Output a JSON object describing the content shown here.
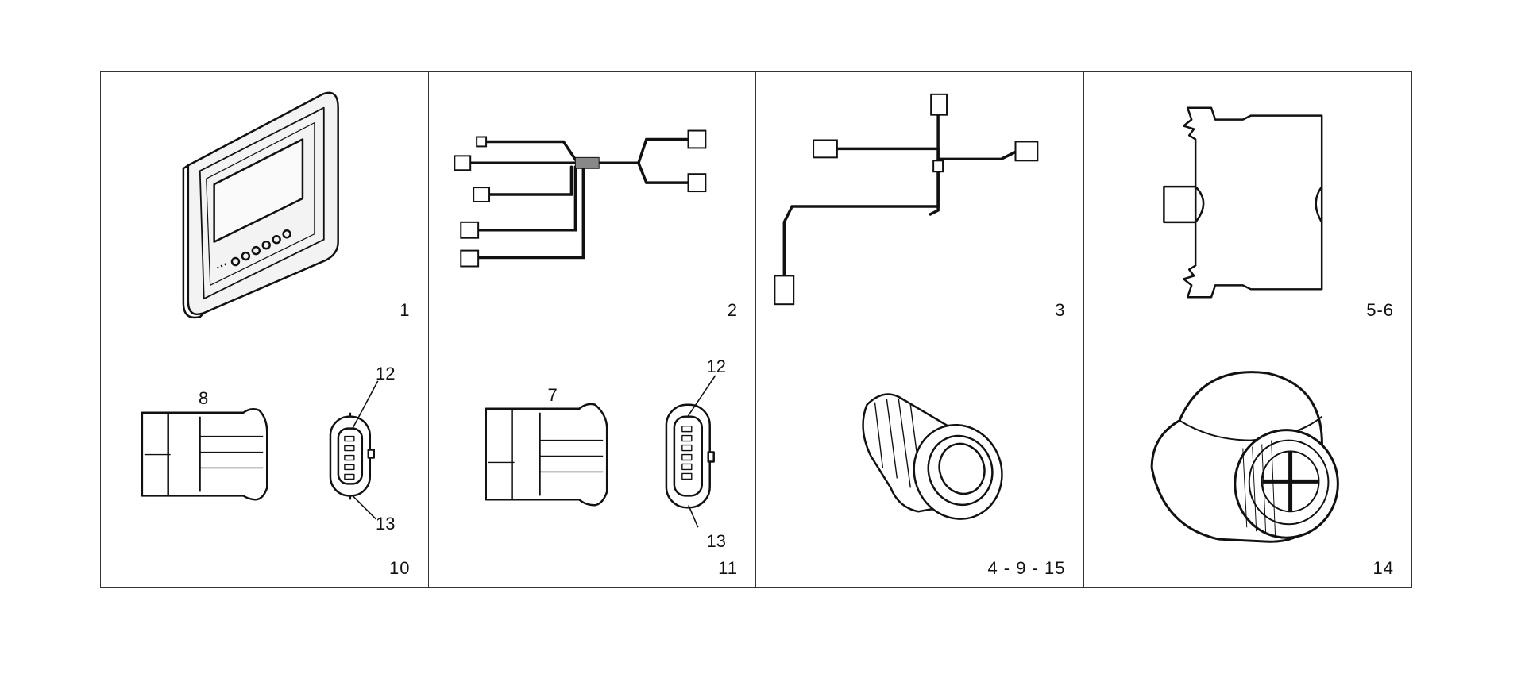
{
  "cells": [
    {
      "ref": "1",
      "icon": "control-display-icon"
    },
    {
      "ref": "2",
      "icon": "wiring-harness-icon"
    },
    {
      "ref": "3",
      "icon": "cable-harness-icon"
    },
    {
      "ref": "5-6",
      "icon": "relay-module-icon"
    },
    {
      "ref": "10",
      "icon": "connector-pair-icon",
      "body_label": "8",
      "pin_top_label": "12",
      "pin_bottom_label": "13"
    },
    {
      "ref": "11",
      "icon": "connector-pair-icon",
      "body_label": "7",
      "pin_top_label": "12",
      "pin_bottom_label": "13"
    },
    {
      "ref": "4 - 9 - 15",
      "icon": "sensor-plug-icon"
    },
    {
      "ref": "14",
      "icon": "buzzer-icon"
    }
  ]
}
